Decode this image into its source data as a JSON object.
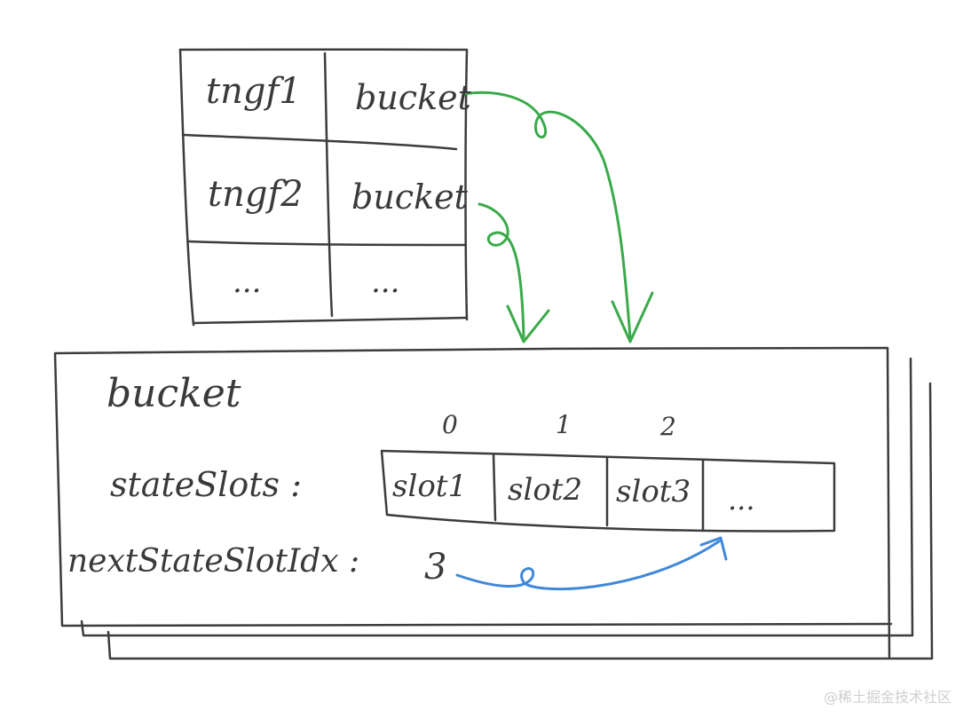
{
  "table": {
    "rows": [
      {
        "key": "tngf1",
        "value": "bucket"
      },
      {
        "key": "tngf2",
        "value": "bucket"
      },
      {
        "key": "...",
        "value": "..."
      }
    ]
  },
  "bucket": {
    "title": "bucket",
    "state_slots_label": "stateSlots :",
    "slot_indices": [
      "0",
      "1",
      "2"
    ],
    "slots": [
      "slot1",
      "slot2",
      "slot3",
      "..."
    ],
    "next_idx_label": "nextStateSlotIdx :",
    "next_idx_value": "3"
  },
  "colors": {
    "arrow_green": "#3aaa4a",
    "arrow_blue": "#3f88d8",
    "ink": "#3c3c3c"
  },
  "watermark": "@稀土掘金技术社区"
}
